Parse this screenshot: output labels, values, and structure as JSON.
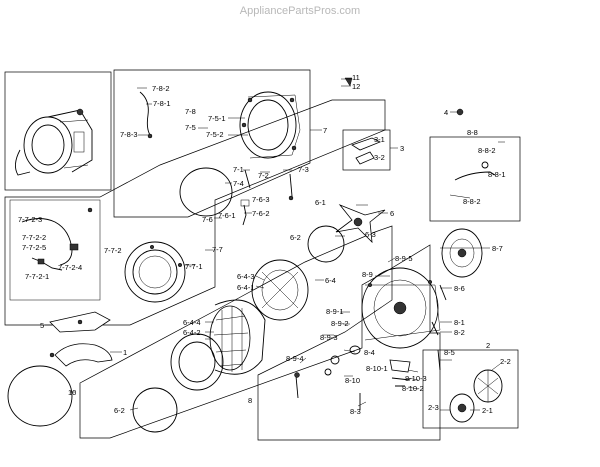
{
  "watermark": "AppliancePartsPros.com",
  "labels": {
    "l1": "1",
    "l2": "2",
    "l3": "3",
    "l4": "4",
    "l5": "5",
    "l6": "6",
    "l7": "7",
    "l8": "8",
    "l10": "10",
    "l11": "11",
    "l12": "12",
    "l2_1": "2-1",
    "l2_2": "2-2",
    "l2_3": "2-3",
    "l3_1": "3-1",
    "l3_2": "3-2",
    "l6_1": "6-1",
    "l6_2a": "6-2",
    "l6_2b": "6-2",
    "l6_3": "6-3",
    "l6_4": "6-4",
    "l6_4_1": "6-4-1",
    "l6_4_2": "6-4-2",
    "l6_4_3": "6-4-3",
    "l6_4_4": "6-4-4",
    "l7_1": "7-1",
    "l7_2": "7-2",
    "l7_3": "7-3",
    "l7_4": "7-4",
    "l7_5": "7-5",
    "l7_5_1": "7-5-1",
    "l7_5_2": "7-5-2",
    "l7_6": "7-6",
    "l7_6_1": "7-6-1",
    "l7_6_2": "7-6-2",
    "l7_6_3": "7-6-3",
    "l7_7": "7-7",
    "l7_7_1": "7-7-1",
    "l7_7_2": "7-7-2",
    "l7_7_2_1": "7-7-2-1",
    "l7_7_2_2": "7-7-2-2",
    "l7_7_2_3": "7-7-2-3",
    "l7_7_2_4": "7-7-2-4",
    "l7_7_2_5": "7-7-2-5",
    "l7_8": "7-8",
    "l7_8_1": "7-8-1",
    "l7_8_2": "7-8-2",
    "l7_8_3": "7-8-3",
    "l8_1": "8-1",
    "l8_2": "8-2",
    "l8_3": "8-3",
    "l8_4": "8-4",
    "l8_5": "8-5",
    "l8_6": "8-6",
    "l8_7": "8-7",
    "l8_8": "8-8",
    "l8_8_1": "8-8-1",
    "l8_8_2a": "8-8-2",
    "l8_8_2b": "8-8-2",
    "l8_9": "8-9",
    "l8_9_1": "8-9-1",
    "l8_9_2": "8-9-2",
    "l8_9_3": "8-9-3",
    "l8_9_4": "8-9-4",
    "l8_9_5": "8-9-5",
    "l8_10": "8-10",
    "l8_10_1": "8-10-1",
    "l8_10_2": "8-10-2",
    "l8_10_3": "8-10-3"
  }
}
